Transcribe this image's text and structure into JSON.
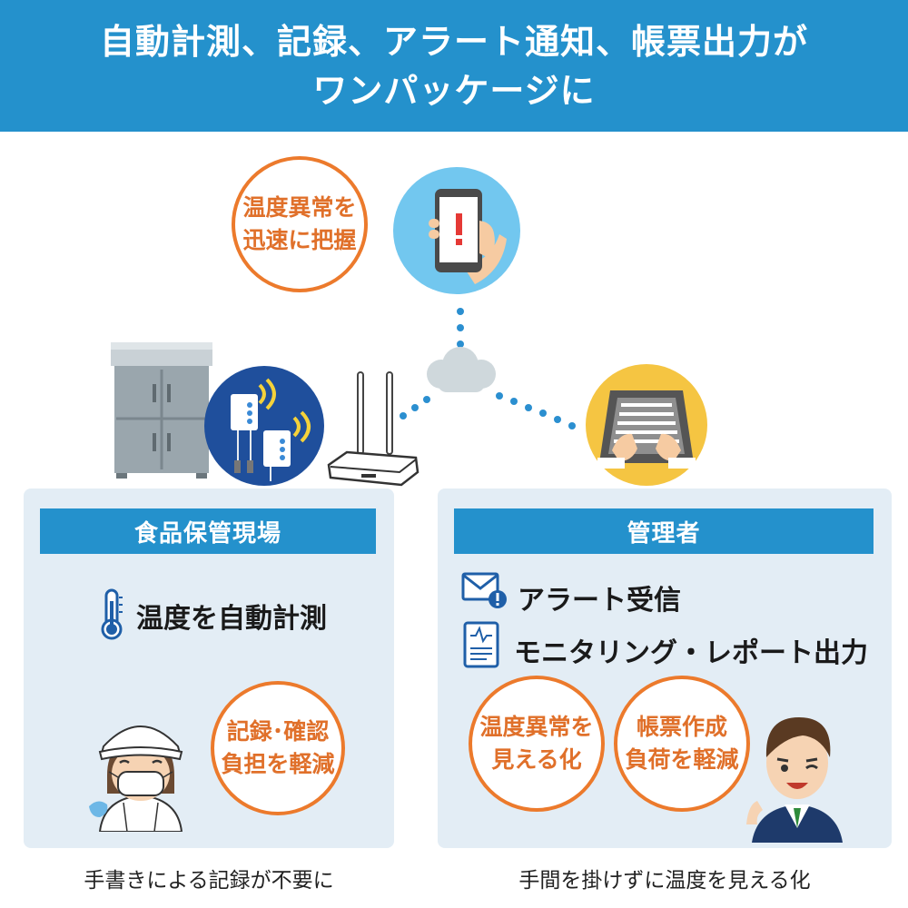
{
  "header": {
    "line1": "自動計測、記録、アラート通知、帳票出力が",
    "line2": "ワンパッケージに"
  },
  "top_bubble": {
    "line1": "温度異常を",
    "line2": "迅速に把握"
  },
  "left_panel": {
    "title": "食品保管現場",
    "item": "温度を自動計測",
    "bubble": {
      "line1": "記録･確認",
      "line2": "負担を軽減"
    },
    "caption": "手書きによる記録が不要に"
  },
  "right_panel": {
    "title": "管理者",
    "item1": "アラート受信",
    "item2": "モニタリング・レポート出力",
    "bubble1": {
      "line1": "温度異常を",
      "line2": "見える化"
    },
    "bubble2": {
      "line1": "帳票作成",
      "line2": "負荷を軽減"
    },
    "caption": "手間を掛けずに温度を見える化"
  },
  "icons": [
    "smartphone-alert-icon",
    "cloud-icon",
    "refrigerator-icon",
    "sensor-icon",
    "router-icon",
    "laptop-icon",
    "thermometer-icon",
    "mail-alert-icon",
    "report-icon",
    "worker-icon",
    "manager-icon"
  ],
  "colors": {
    "header": "#2491cc",
    "accent_orange": "#ec7a2c",
    "panel_bg": "#e3edf5",
    "dots": "#2b8fd0"
  }
}
